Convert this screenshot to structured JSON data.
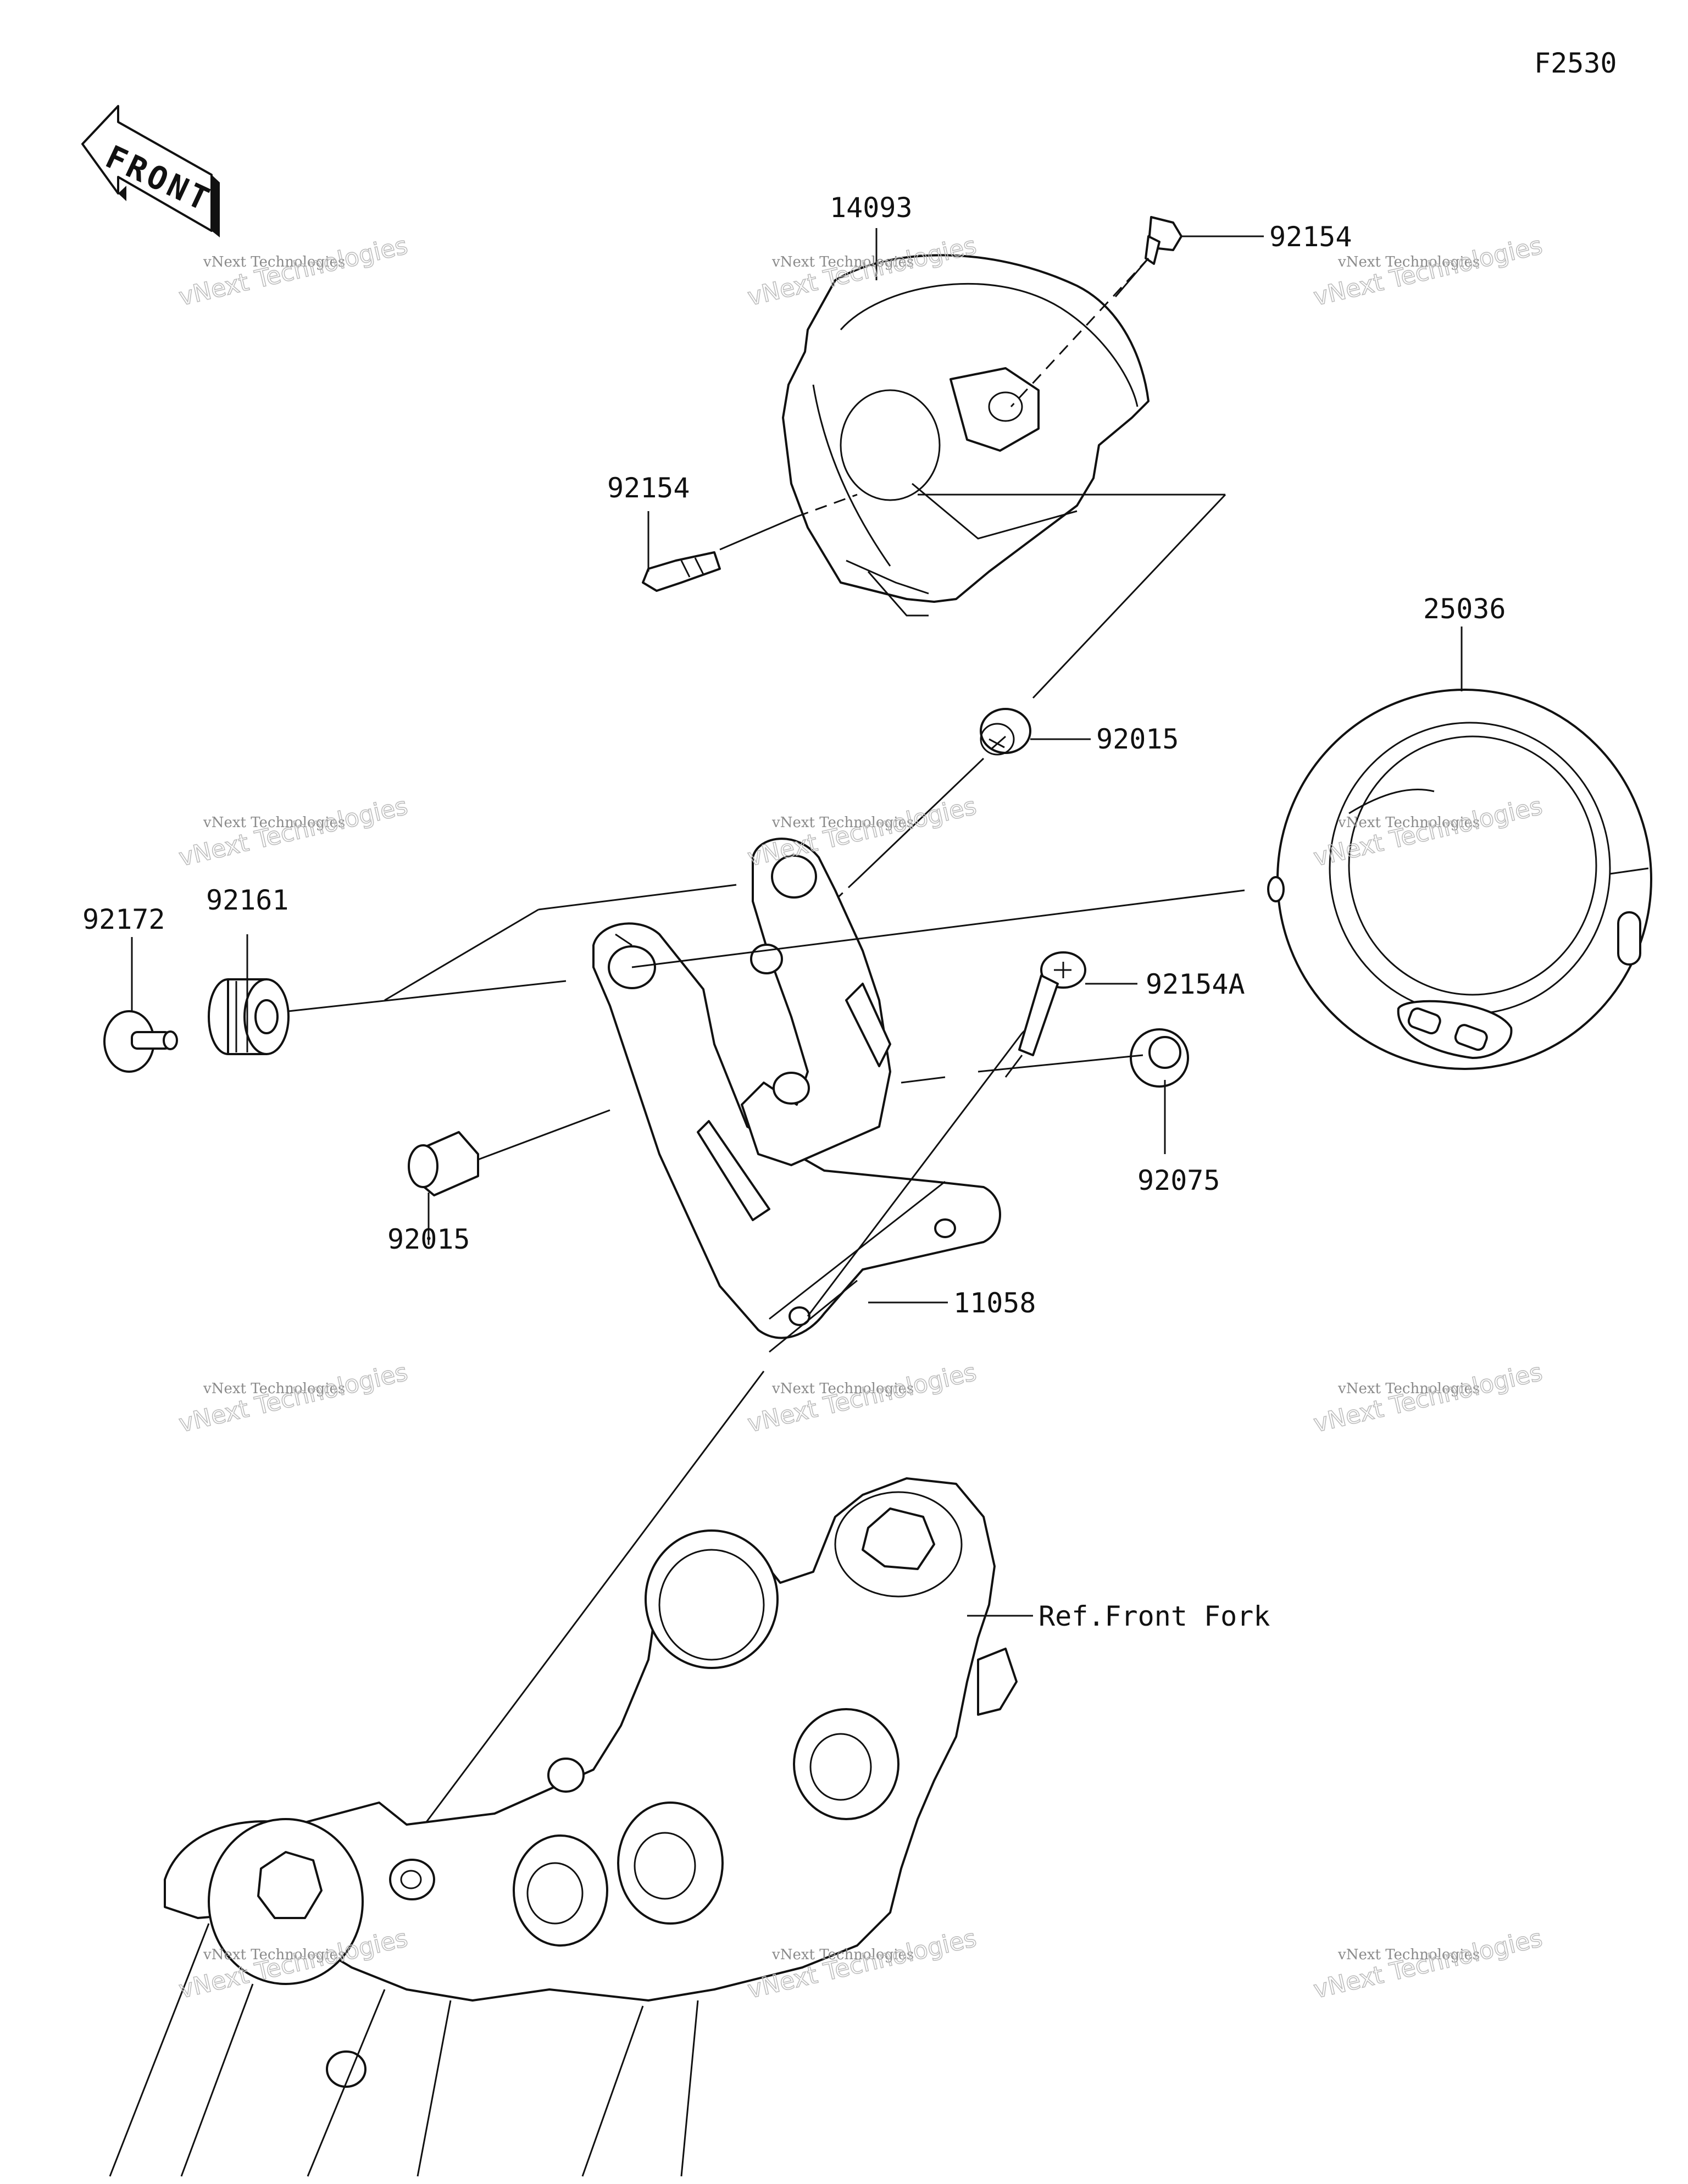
{
  "figure_code": "F2530",
  "front_label": "FRONT",
  "ref_label": "Ref.Front Fork",
  "part_labels": [
    {
      "id": "p14093",
      "text": "14093"
    },
    {
      "id": "p92154a",
      "text": "92154"
    },
    {
      "id": "p92154b",
      "text": "92154"
    },
    {
      "id": "p25036",
      "text": "25036"
    },
    {
      "id": "p92015a",
      "text": "92015"
    },
    {
      "id": "p92172",
      "text": "92172"
    },
    {
      "id": "p92161",
      "text": "92161"
    },
    {
      "id": "p92154A",
      "text": "92154A"
    },
    {
      "id": "p92015b",
      "text": "92015"
    },
    {
      "id": "p92075",
      "text": "92075"
    },
    {
      "id": "p11058",
      "text": "11058"
    }
  ],
  "watermark": {
    "line1": "vNext Technologies",
    "line2": "vNext Technologies"
  }
}
